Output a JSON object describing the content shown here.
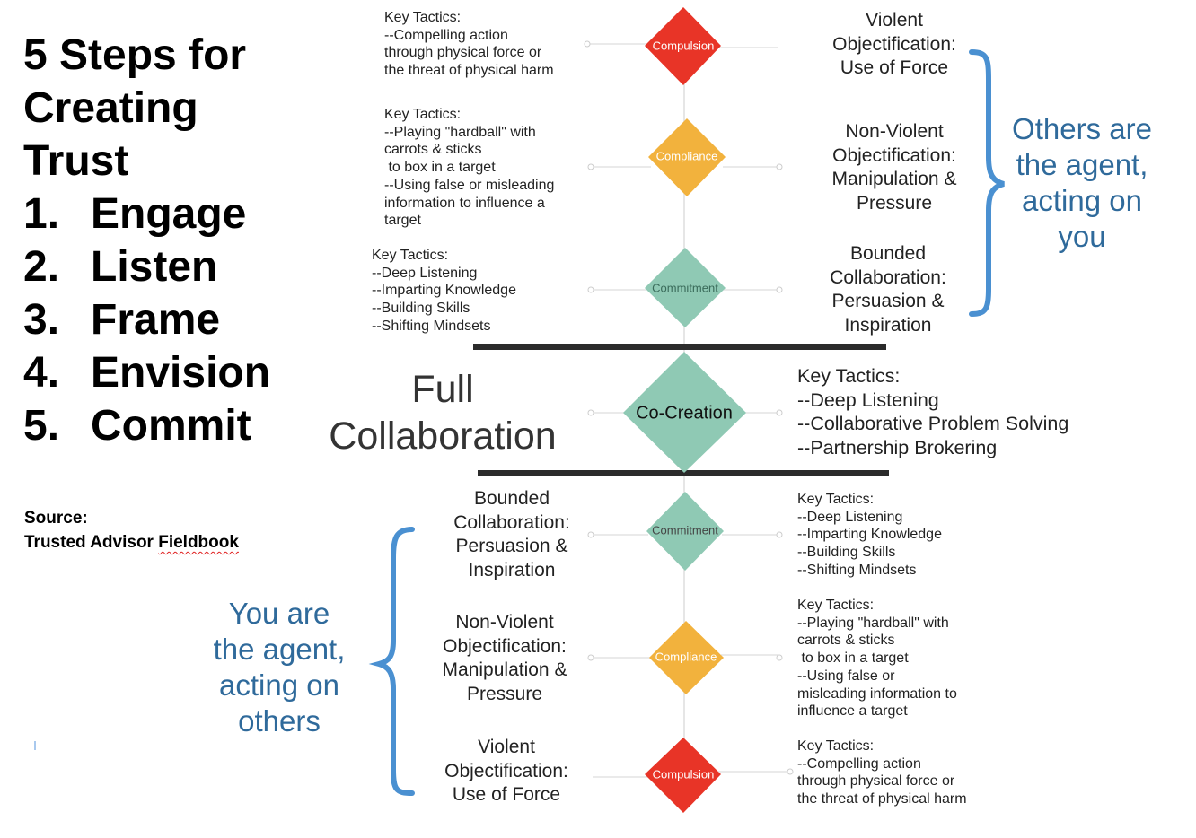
{
  "steps_panel": {
    "title_lines": [
      "5 Steps for",
      "Creating",
      "Trust"
    ],
    "steps": [
      {
        "num": "1.",
        "label": "Engage"
      },
      {
        "num": "2.",
        "label": "Listen"
      },
      {
        "num": "3.",
        "label": "Frame"
      },
      {
        "num": "4.",
        "label": "Envision"
      },
      {
        "num": "5.",
        "label": "Commit"
      }
    ]
  },
  "source": {
    "label": "Source:",
    "title_prefix": "Trusted Advisor ",
    "title_flagged": "Fieldbook"
  },
  "colors": {
    "compulsion": "#e83427",
    "compliance": "#f2b23d",
    "commitment": "#8fc9b4",
    "bracket": "#4a90d1",
    "agent_text": "#2f6a9b",
    "divider": "#2b2b2b",
    "connector": "#dddddd"
  },
  "top_section": {
    "levels": [
      {
        "diamond": "Compulsion",
        "tactics": "Key Tactics:\n--Compelling action\nthrough physical force or\nthe threat of physical harm",
        "label": "Violent\nObjectification:\nUse of Force"
      },
      {
        "diamond": "Compliance",
        "tactics": "Key Tactics:\n--Playing \"hardball\" with\ncarrots & sticks\n to box in a target\n--Using false or misleading\ninformation to influence a\ntarget",
        "label": "Non-Violent\nObjectification:\nManipulation &\nPressure"
      },
      {
        "diamond": "Commitment",
        "tactics": "Key Tactics:\n--Deep Listening\n--Imparting Knowledge\n--Building Skills\n--Shifting Mindsets",
        "label": "Bounded\nCollaboration:\nPersuasion &\nInspiration"
      }
    ],
    "agent_text": "Others are\nthe agent,\nacting on\nyou"
  },
  "middle_section": {
    "label": "Full\nCollaboration",
    "diamond": "Co-Creation",
    "tactics": "Key Tactics:\n--Deep Listening\n--Collaborative Problem Solving\n--Partnership Brokering"
  },
  "bottom_section": {
    "levels": [
      {
        "diamond": "Commitment",
        "label": "Bounded\nCollaboration:\nPersuasion &\nInspiration",
        "tactics": "Key Tactics:\n--Deep Listening\n--Imparting Knowledge\n--Building Skills\n--Shifting Mindsets"
      },
      {
        "diamond": "Compliance",
        "label": "Non-Violent\nObjectification:\nManipulation &\nPressure",
        "tactics": "Key Tactics:\n--Playing \"hardball\" with\ncarrots & sticks\n to box in a target\n--Using false or\nmisleading information to\ninfluence a target"
      },
      {
        "diamond": "Compulsion",
        "label": "Violent\nObjectification:\nUse of Force",
        "tactics": "Key Tactics:\n--Compelling action\nthrough physical force or\nthe threat of physical harm"
      }
    ],
    "agent_text": "You are\nthe agent,\nacting on\nothers"
  }
}
